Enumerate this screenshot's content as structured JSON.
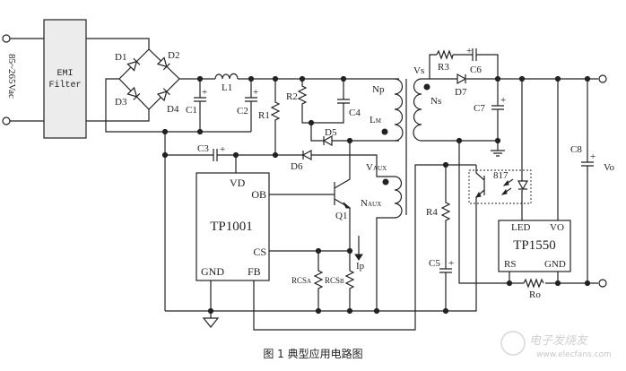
{
  "input_voltage": "85~265Vac",
  "emi_filter": {
    "line1": "EMI",
    "line2": "Filter"
  },
  "components": {
    "D1": "D1",
    "D2": "D2",
    "D3": "D3",
    "D4": "D4",
    "D5": "D5",
    "D6": "D6",
    "D7": "D7",
    "L1": "L1",
    "C1": "C1",
    "C2": "C2",
    "C3": "C3",
    "C4": "C4",
    "C5": "C5",
    "C6": "C6",
    "C7": "C7",
    "C8": "C8",
    "R1": "R1",
    "R2": "R2",
    "R3": "R3",
    "R4": "R4",
    "Q1": "Q1",
    "Ro": "Ro",
    "opto": "817",
    "RCSA": {
      "main": "RCS",
      "sub": "A"
    },
    "RCSB": {
      "main": "RCS",
      "sub": "B"
    },
    "Ip": "Ip"
  },
  "transformer": {
    "Np": "Np",
    "LM": {
      "main": "L",
      "sub": "M"
    },
    "Ns": "Ns",
    "Vs": "Vs",
    "VAUX": {
      "main": "V",
      "sub": "AUX"
    },
    "NAUX": {
      "main": "N",
      "sub": "AUX"
    }
  },
  "plus": "+",
  "tp1001": {
    "name": "TP1001",
    "pins": {
      "VD": "VD",
      "OB": "OB",
      "CS": "CS",
      "GND": "GND",
      "FB": "FB"
    }
  },
  "tp1550": {
    "name": "TP1550",
    "pins": {
      "LED": "LED",
      "VO": "VO",
      "RS": "RS",
      "GND": "GND"
    }
  },
  "output_label": "Vo",
  "caption": "图 1 典型应用电路图",
  "watermark": {
    "brand": "电子发烧友",
    "url": "www.elecfans.com"
  }
}
